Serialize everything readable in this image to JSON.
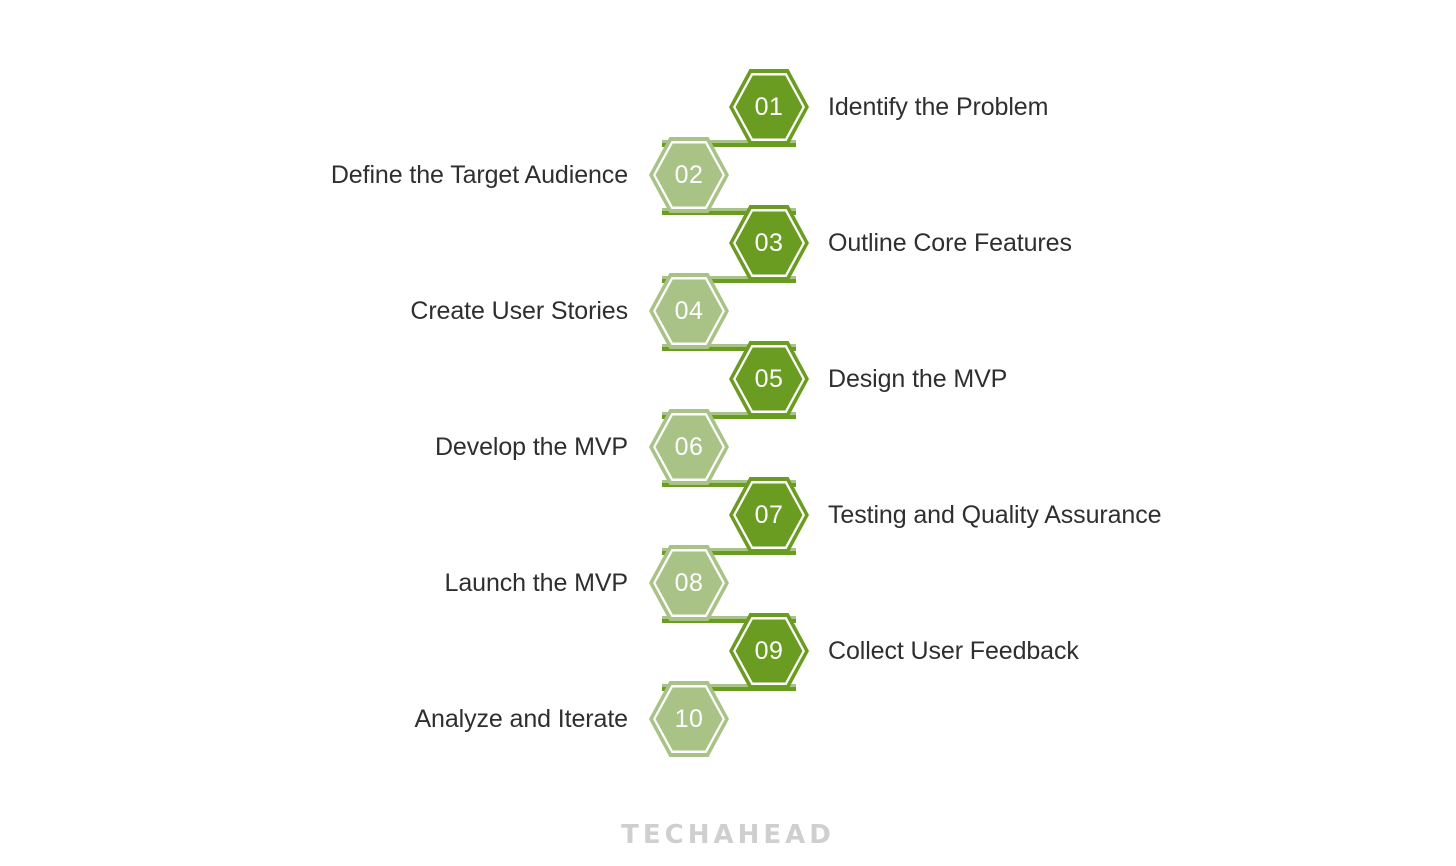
{
  "theme": {
    "dark_green": "#6b9c22",
    "light_green": "#a9c286",
    "text_color": "#2f2f2f",
    "hex_number_color": "#ffffff",
    "background": "#ffffff",
    "watermark_color": "#cfcfcf"
  },
  "watermark": {
    "text": "TECHAHEAD"
  },
  "steps": [
    {
      "number": "01",
      "label": "Identify the Problem",
      "side": "right",
      "tone": "dark"
    },
    {
      "number": "02",
      "label": "Define the Target Audience",
      "side": "left",
      "tone": "light"
    },
    {
      "number": "03",
      "label": "Outline Core Features",
      "side": "right",
      "tone": "dark"
    },
    {
      "number": "04",
      "label": "Create User Stories",
      "side": "left",
      "tone": "light"
    },
    {
      "number": "05",
      "label": "Design the MVP",
      "side": "right",
      "tone": "dark"
    },
    {
      "number": "06",
      "label": "Develop the MVP",
      "side": "left",
      "tone": "light"
    },
    {
      "number": "07",
      "label": "Testing and Quality Assurance",
      "side": "right",
      "tone": "dark"
    },
    {
      "number": "08",
      "label": "Launch the MVP",
      "side": "left",
      "tone": "light"
    },
    {
      "number": "09",
      "label": "Collect User Feedback",
      "side": "right",
      "tone": "dark"
    },
    {
      "number": "10",
      "label": "Analyze and Iterate",
      "side": "left",
      "tone": "light"
    }
  ]
}
